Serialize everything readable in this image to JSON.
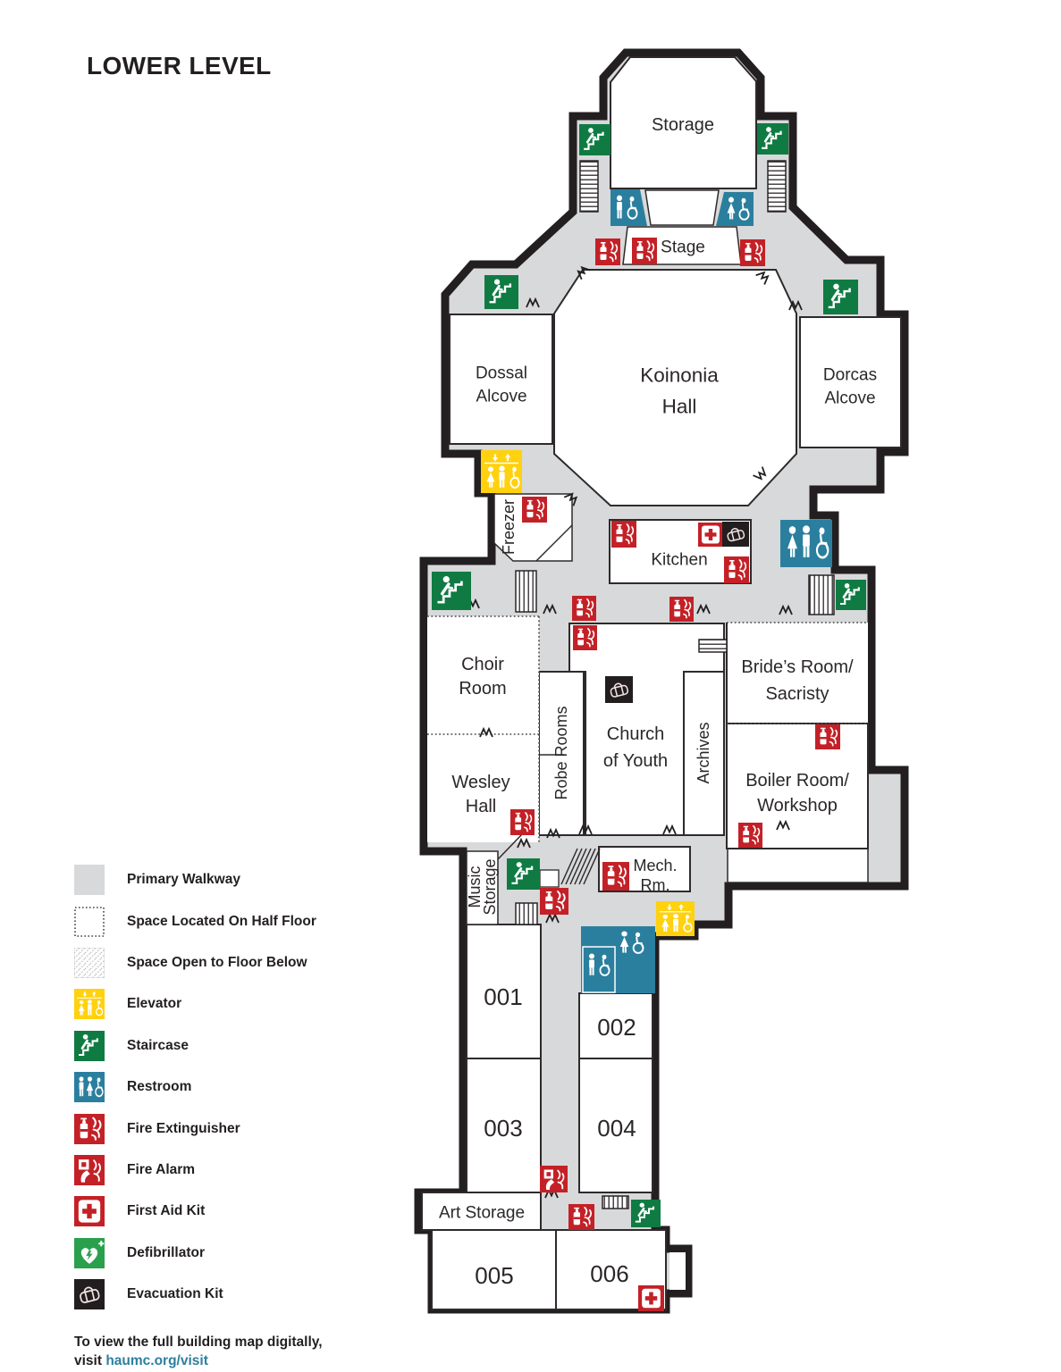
{
  "title": "LOWER LEVEL",
  "rooms": {
    "storage": "Storage",
    "stage": "Stage",
    "koinonia1": "Koinonia",
    "koinonia2": "Hall",
    "dossal1": "Dossal",
    "dossal2": "Alcove",
    "dorcas1": "Dorcas",
    "dorcas2": "Alcove",
    "freezer": "Freezer",
    "kitchen": "Kitchen",
    "choir1": "Choir",
    "choir2": "Room",
    "robe": "Robe Rooms",
    "youth1": "Church",
    "youth2": "of Youth",
    "archives": "Archives",
    "brides1": "Bride’s Room/",
    "brides2": "Sacristy",
    "wesley1": "Wesley",
    "wesley2": "Hall",
    "boiler1": "Boiler Room/",
    "boiler2": "Workshop",
    "music1": "Music",
    "music2": "Storage",
    "mech1": "Mech.",
    "mech2": "Rm.",
    "r001": "001",
    "r002": "002",
    "r003": "003",
    "r004": "004",
    "art": "Art Storage",
    "r005": "005",
    "r006": "006"
  },
  "legend": {
    "items": [
      {
        "icon": "walkway-swatch",
        "label": "Primary Walkway"
      },
      {
        "icon": "half-floor-swatch",
        "label": "Space Located On Half Floor"
      },
      {
        "icon": "open-below-swatch",
        "label": "Space Open to Floor Below"
      },
      {
        "icon": "elevator-icon",
        "label": "Elevator"
      },
      {
        "icon": "staircase-icon",
        "label": "Staircase"
      },
      {
        "icon": "restroom-icon",
        "label": "Restroom"
      },
      {
        "icon": "fire-extinguisher-icon",
        "label": "Fire Extinguisher"
      },
      {
        "icon": "fire-alarm-icon",
        "label": "Fire Alarm"
      },
      {
        "icon": "first-aid-kit-icon",
        "label": "First Aid Kit"
      },
      {
        "icon": "defibrillator-icon",
        "label": "Defibrillator"
      },
      {
        "icon": "evacuation-kit-icon",
        "label": "Evacuation Kit"
      }
    ]
  },
  "footer": {
    "line1": "To view the full building map digitally,",
    "visit_prefix": "visit ",
    "link": "haumc.org/visit"
  },
  "icons": {
    "staircase": "person-climbing-stairs",
    "elevator": "up-down-arrows-with-people",
    "restroom": "man-woman-wheelchair",
    "fire_extinguisher": "extinguisher-with-flames",
    "fire_alarm": "hand-pressing-alarm",
    "first_aid_kit": "white-box-red-cross",
    "defibrillator": "heart-with-lightning",
    "evacuation_kit": "duffel-bag"
  },
  "colors": {
    "walkway_gray": "#d8d9da",
    "wall_black": "#231f20",
    "staircase_green": "#0f7b43",
    "restroom_teal": "#2b7f9e",
    "elevator_yellow": "#ffd10e",
    "safety_red": "#c32127",
    "defib_green": "#2aa04d",
    "link_blue": "#2d7f9f"
  }
}
